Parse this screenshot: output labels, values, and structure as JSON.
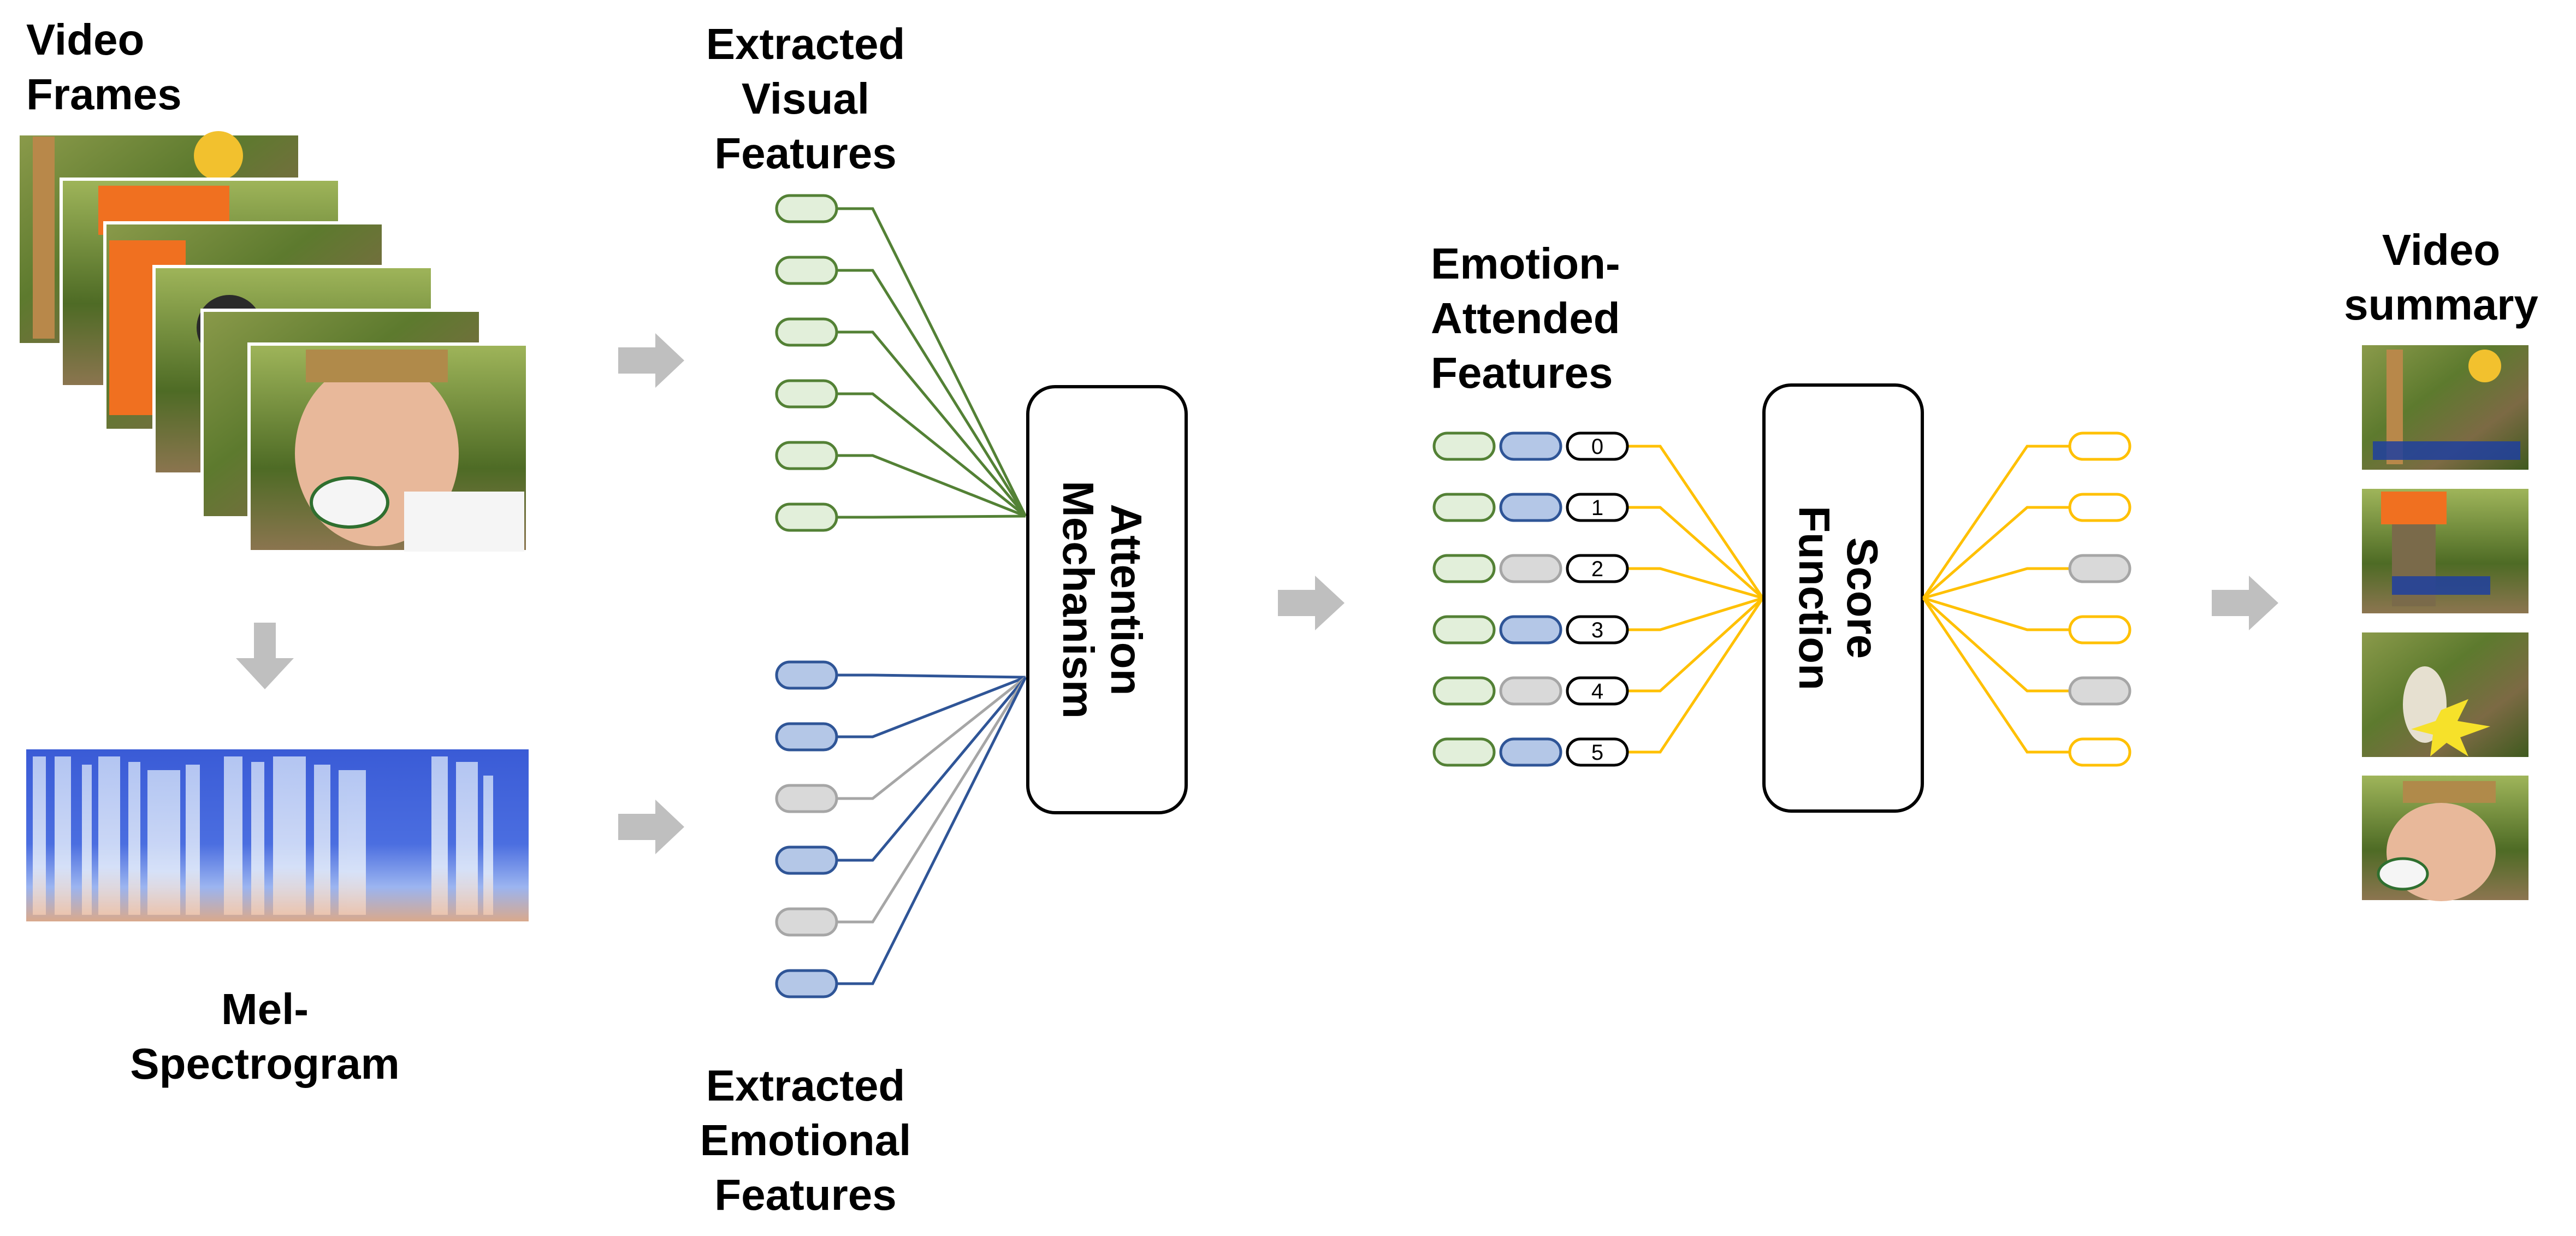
{
  "labels": {
    "video_frames": [
      "Video",
      "Frames"
    ],
    "mel_spectrogram": [
      "Mel-",
      "Spectrogram"
    ],
    "extracted_visual": [
      "Extracted",
      "Visual",
      "Features"
    ],
    "extracted_emotional": [
      "Extracted",
      "Emotional",
      "Features"
    ],
    "attention": [
      "Attention",
      "Mechanism"
    ],
    "emotion_attended": [
      "Emotion-",
      "Attended",
      "Features"
    ],
    "score": [
      "Score",
      "Function"
    ],
    "video_summary": [
      "Video",
      "summary"
    ]
  },
  "emotion_rows": [
    {
      "index": "0",
      "emotion": "blue"
    },
    {
      "index": "1",
      "emotion": "blue"
    },
    {
      "index": "2",
      "emotion": "gray"
    },
    {
      "index": "3",
      "emotion": "blue"
    },
    {
      "index": "4",
      "emotion": "gray"
    },
    {
      "index": "5",
      "emotion": "blue"
    }
  ],
  "emotional_features": [
    "blue",
    "blue",
    "gray",
    "blue",
    "gray",
    "blue"
  ],
  "score_outputs": [
    "yellow",
    "yellow",
    "gray",
    "yellow",
    "gray",
    "yellow"
  ],
  "colors": {
    "visual_fill": "#e2efda",
    "visual_stroke": "#538135",
    "emotion_fill": "#b4c7e7",
    "emotion_stroke": "#2f5597",
    "neutral_fill": "#d9d9d9",
    "neutral_stroke": "#a6a6a6",
    "score_stroke": "#ffc000",
    "arrow": "#bfbfbf"
  }
}
